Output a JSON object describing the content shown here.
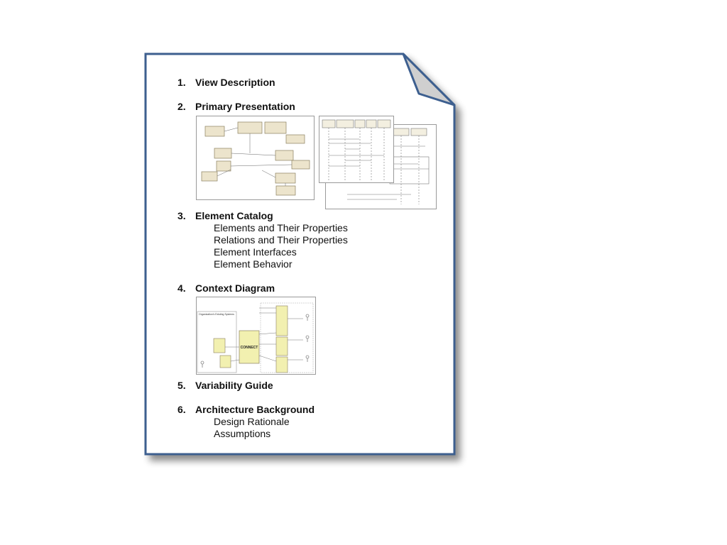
{
  "document": {
    "sections": [
      {
        "number": "1.",
        "title": "View Description",
        "subitems": []
      },
      {
        "number": "2.",
        "title": "Primary Presentation",
        "subitems": []
      },
      {
        "number": "3.",
        "title": "Element Catalog",
        "subitems": [
          "Elements and Their Properties",
          "Relations and Their Properties",
          "Element Interfaces",
          "Element Behavior"
        ]
      },
      {
        "number": "4.",
        "title": "Context Diagram",
        "subitems": []
      },
      {
        "number": "5.",
        "title": "Variability Guide",
        "subitems": []
      },
      {
        "number": "6.",
        "title": "Architecture Background",
        "subitems": [
          "Design Rationale",
          "Assumptions"
        ]
      }
    ],
    "context_diagram_labels": {
      "main_block": "CONNECT",
      "group_label": "Organization's Existing Systems"
    }
  },
  "colors": {
    "page_border": "#3d5f8f",
    "fold": "#cfcfcf",
    "diagram_box": "#ece4cc",
    "diagram_box_border": "#8a8060",
    "connect_box": "#f2f0b0"
  }
}
